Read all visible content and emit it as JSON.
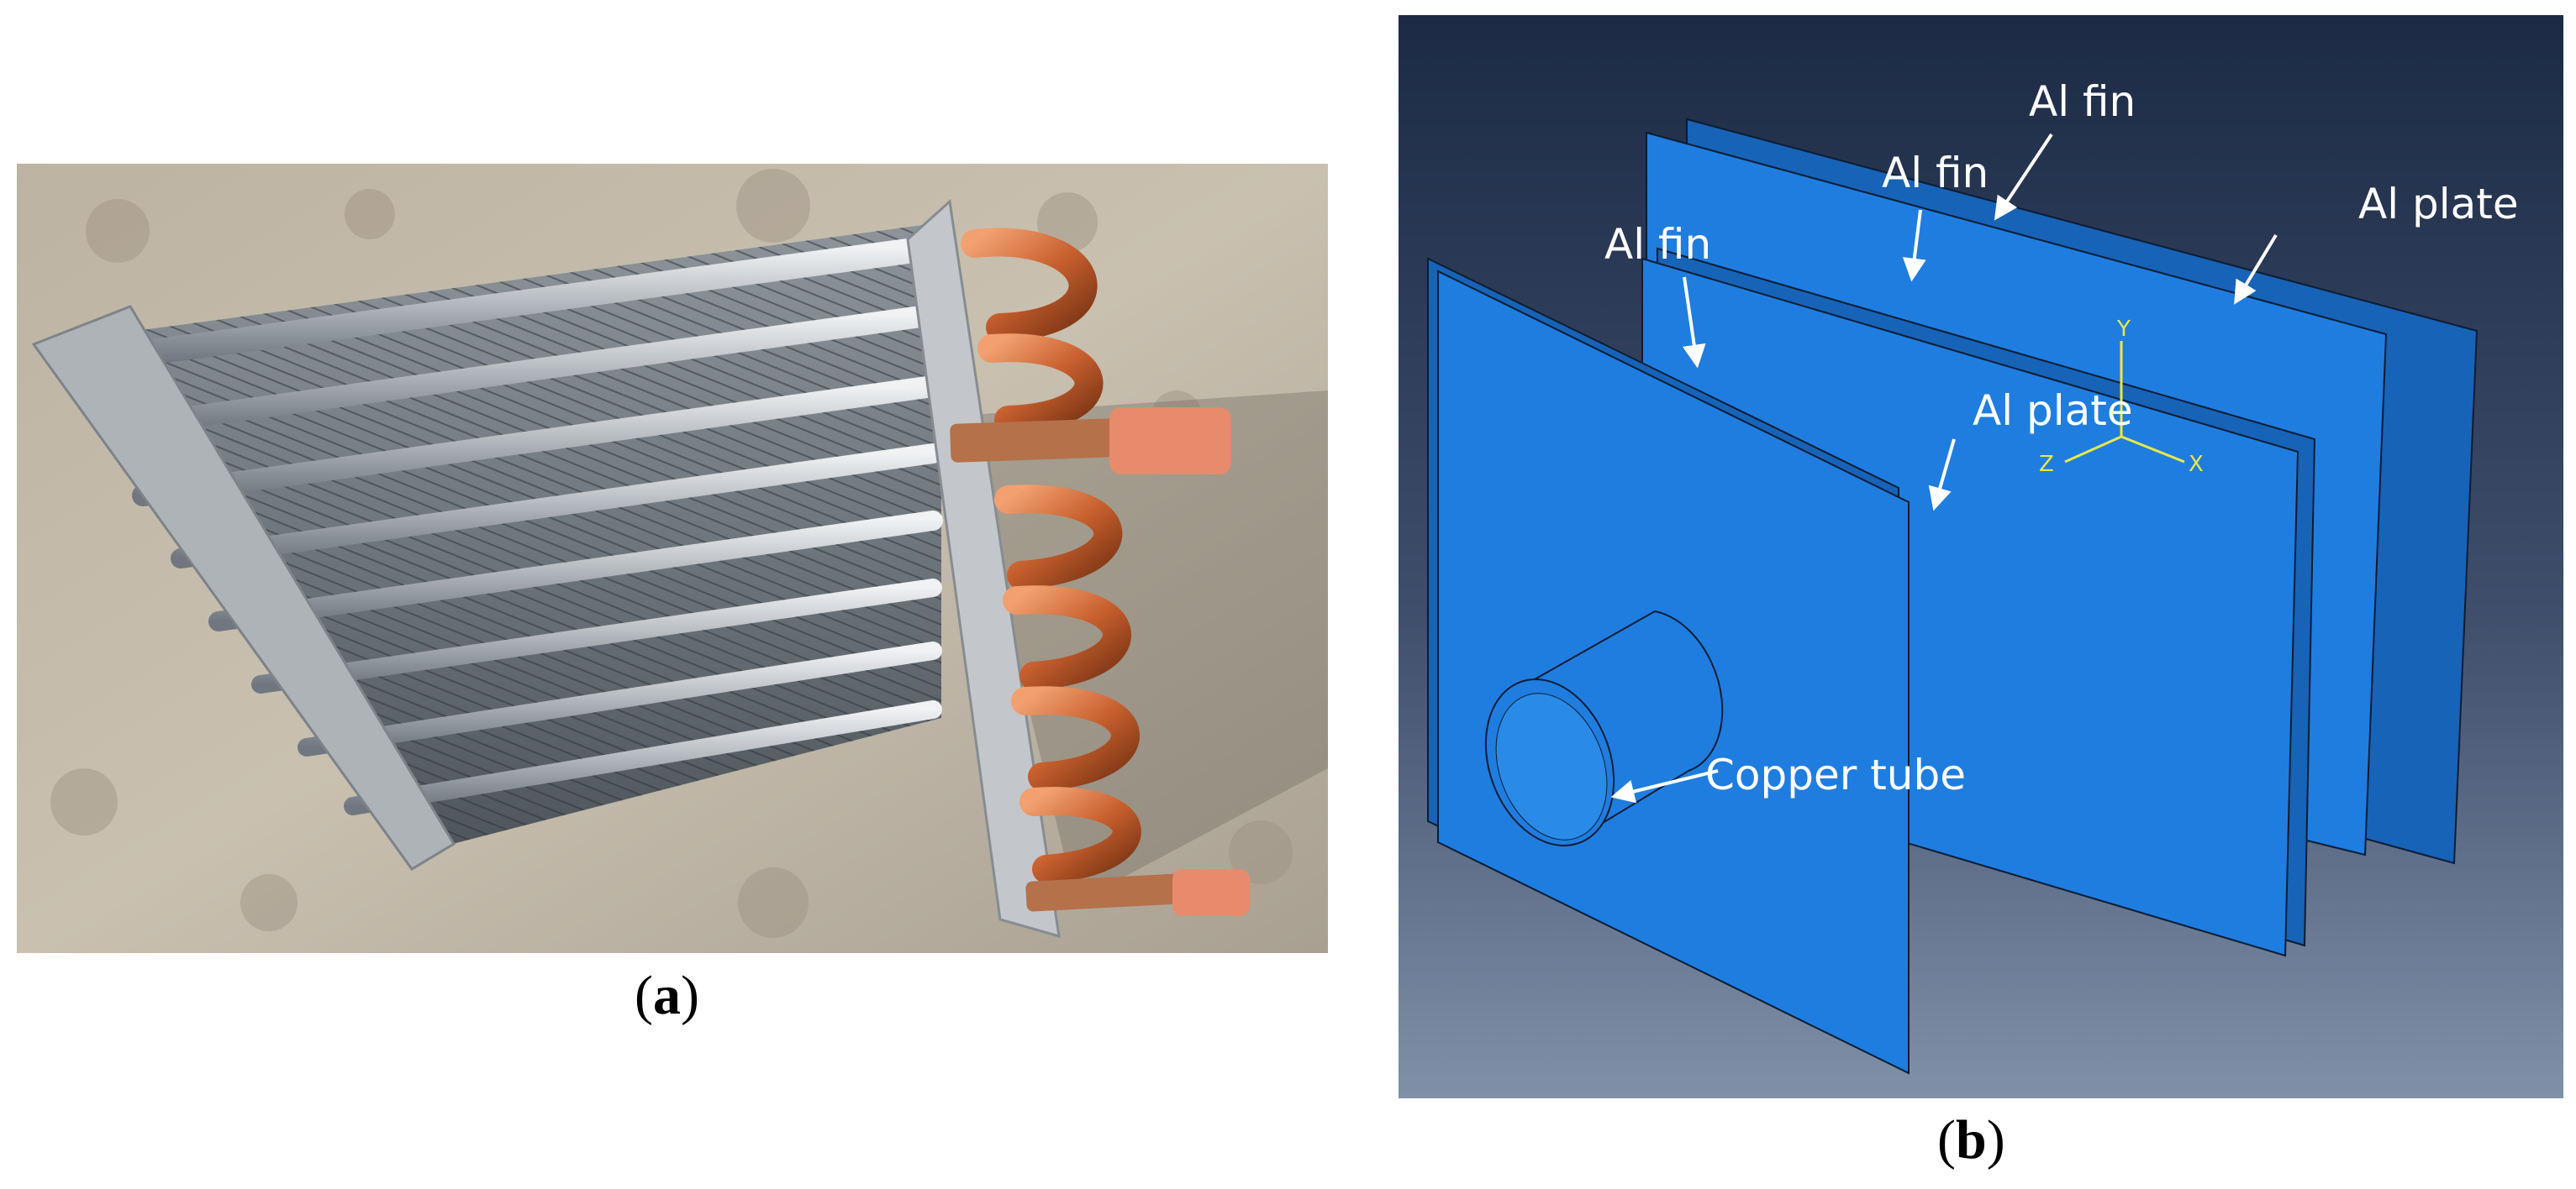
{
  "panels": {
    "a": {
      "caption_open": "(",
      "caption_letter": "a",
      "caption_close": ")"
    },
    "b": {
      "caption_open": "(",
      "caption_letter": "b",
      "caption_close": ")",
      "labels": {
        "fin_top": "Al fin",
        "fin_middle": "Al fin",
        "fin_left": "Al fin",
        "plate_right": "Al plate",
        "plate_middle": "Al plate",
        "copper_tube": "Copper tube"
      },
      "axes": {
        "y": "Y",
        "x": "X",
        "z": "Z"
      }
    }
  },
  "colors": {
    "blue_part": "#1f7de0",
    "background_top": "#1c2a45",
    "background_bottom": "#8090a8",
    "copper": "#c8602e",
    "triad": "#e8e84a"
  }
}
